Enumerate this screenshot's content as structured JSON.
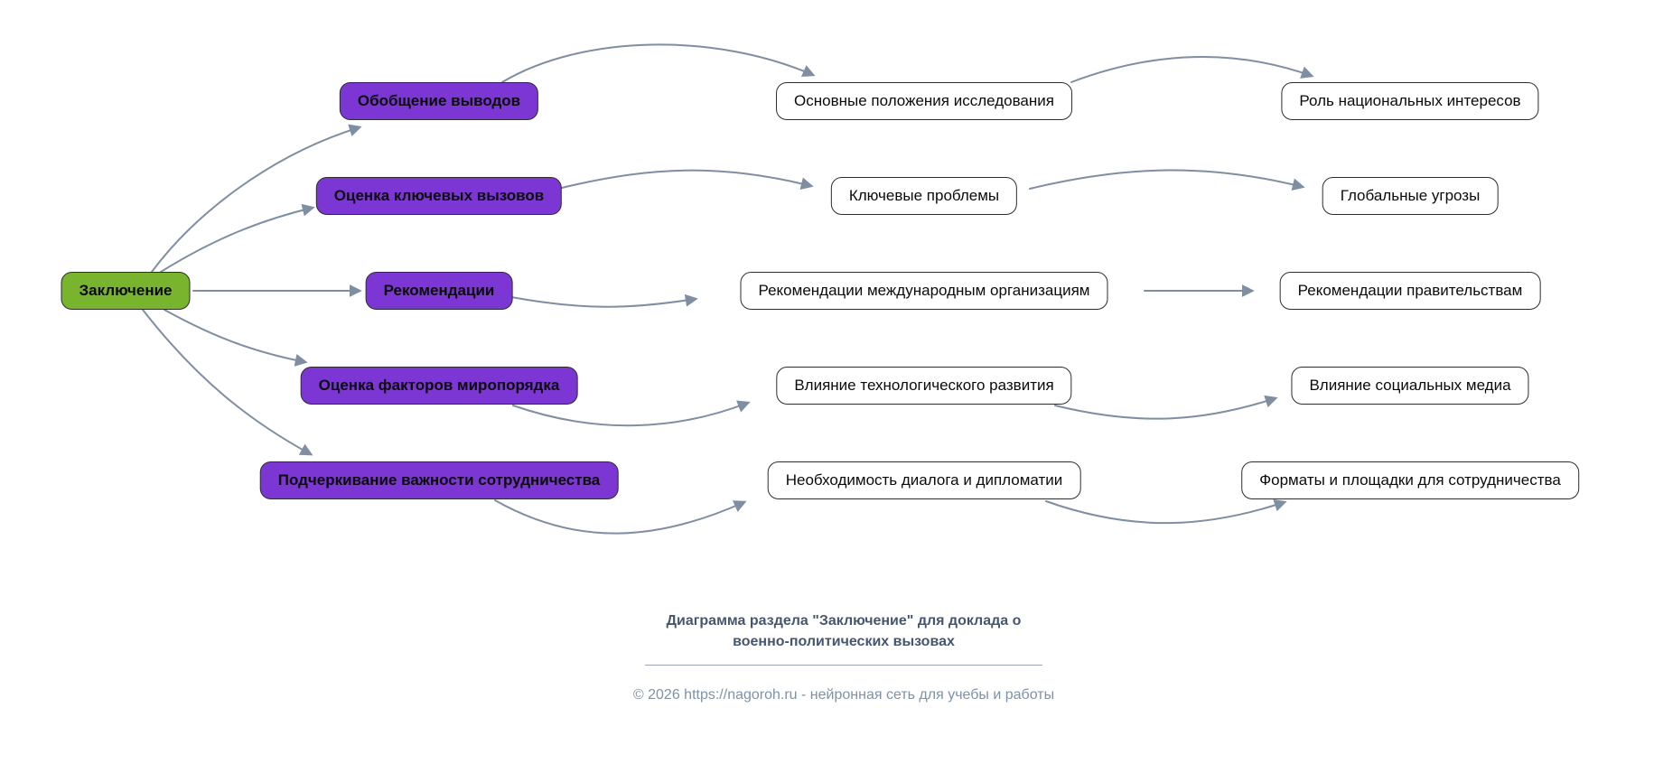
{
  "colors": {
    "background": "#ffffff",
    "root_fill": "#78b42d",
    "branch_fill": "#7c36d4",
    "leaf_fill": "#ffffff",
    "node_border": "#2d2d2d",
    "edge": "#7f8ea1",
    "title_text": "#47566e",
    "copyright_text": "#7e92a9"
  },
  "diagram": {
    "root": "Заключение",
    "branches": [
      {
        "topic": "Обобщение выводов",
        "sub": "Основные положения исследования",
        "detail": "Роль национальных интересов"
      },
      {
        "topic": "Оценка ключевых вызовов",
        "sub": "Ключевые проблемы",
        "detail": "Глобальные угрозы"
      },
      {
        "topic": "Рекомендации",
        "sub": "Рекомендации международным организациям",
        "detail": "Рекомендации правительствам"
      },
      {
        "topic": "Оценка факторов миропорядка",
        "sub": "Влияние технологического развития",
        "detail": "Влияние социальных медиа"
      },
      {
        "topic": "Подчеркивание важности сотрудничества",
        "sub": "Необходимость диалога и дипломатии",
        "detail": "Форматы и площадки для сотрудничества"
      }
    ]
  },
  "footer": {
    "title_line1": "Диаграмма раздела \"Заключение\" для доклада о",
    "title_line2": "военно-политических вызовах",
    "copyright": "© 2026 https://nagoroh.ru - нейронная сеть для учебы и работы"
  }
}
